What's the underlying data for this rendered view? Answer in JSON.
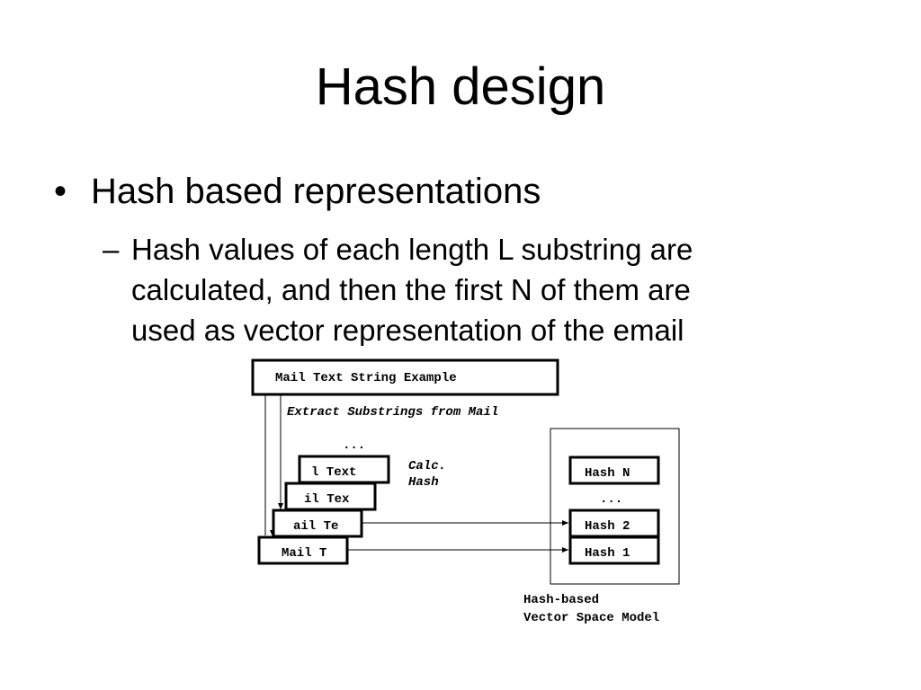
{
  "slide": {
    "title": "Hash design",
    "bullet": {
      "mark": "•",
      "text": "Hash based representations"
    },
    "sub_bullet": {
      "mark": "–",
      "lines": [
        "Hash values of each length L substring are",
        "calculated, and then the first N of them are",
        "used as vector representation of the email"
      ]
    }
  },
  "diagram": {
    "mail_box": "Mail Text String Example",
    "extract_caption": "Extract Substrings from Mail",
    "substring_ellipsis": "...",
    "substrings": [
      "l Text",
      "il Tex",
      "ail Te",
      "Mail T"
    ],
    "calc_hash": [
      "Calc.",
      "Hash"
    ],
    "hash_items": [
      "Hash N",
      "...",
      "Hash 2",
      "Hash 1"
    ],
    "model_caption": [
      "Hash-based",
      "Vector Space Model"
    ]
  }
}
